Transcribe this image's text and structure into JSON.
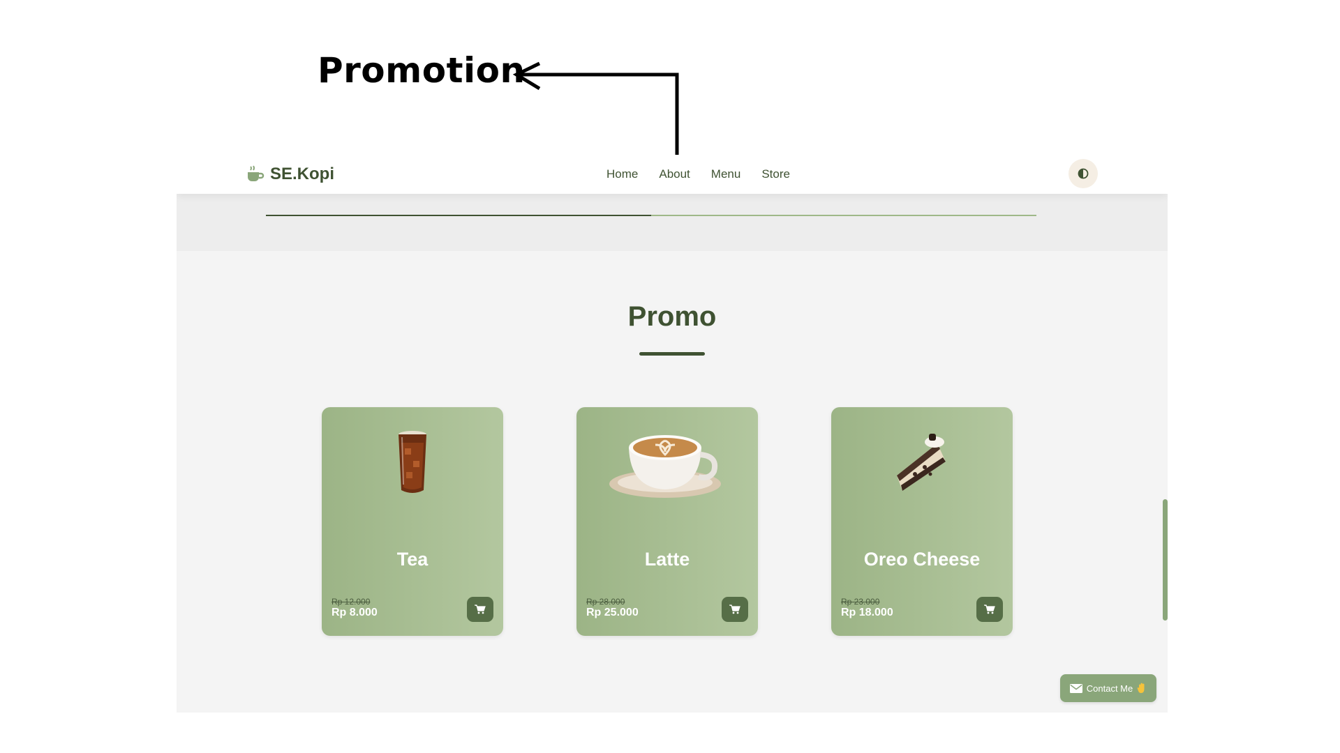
{
  "annotation": {
    "label": "Promotion"
  },
  "colors": {
    "accent_dark": "#3f5232",
    "accent_light": "#9fb888",
    "card_gradient_start": "#9cb486",
    "card_gradient_end": "#b3c79f",
    "background": "#f4f4f4"
  },
  "navbar": {
    "brand_icon": "coffee-cup-icon",
    "brand_name": "SE.Kopi",
    "links": [
      "Home",
      "About",
      "Menu",
      "Store"
    ],
    "theme_toggle_icon": "contrast-icon"
  },
  "progress": {
    "fraction": 0.5
  },
  "promo": {
    "title": "Promo",
    "products": [
      {
        "name": "Tea",
        "image_icon": "iced-tea-glass-icon",
        "old_price": "Rp 12.000",
        "new_price": "Rp 8.000",
        "cart_icon": "cart-icon"
      },
      {
        "name": "Latte",
        "image_icon": "latte-cup-icon",
        "old_price": "Rp 28.000",
        "new_price": "Rp 25.000",
        "cart_icon": "cart-icon"
      },
      {
        "name": "Oreo Cheese",
        "image_icon": "cake-slice-icon",
        "old_price": "Rp 23.000",
        "new_price": "Rp 18.000",
        "cart_icon": "cart-icon"
      }
    ]
  },
  "contact": {
    "label": "Contact Me",
    "icon": "mail-icon",
    "emoji_icon": "waving-hand-icon"
  }
}
